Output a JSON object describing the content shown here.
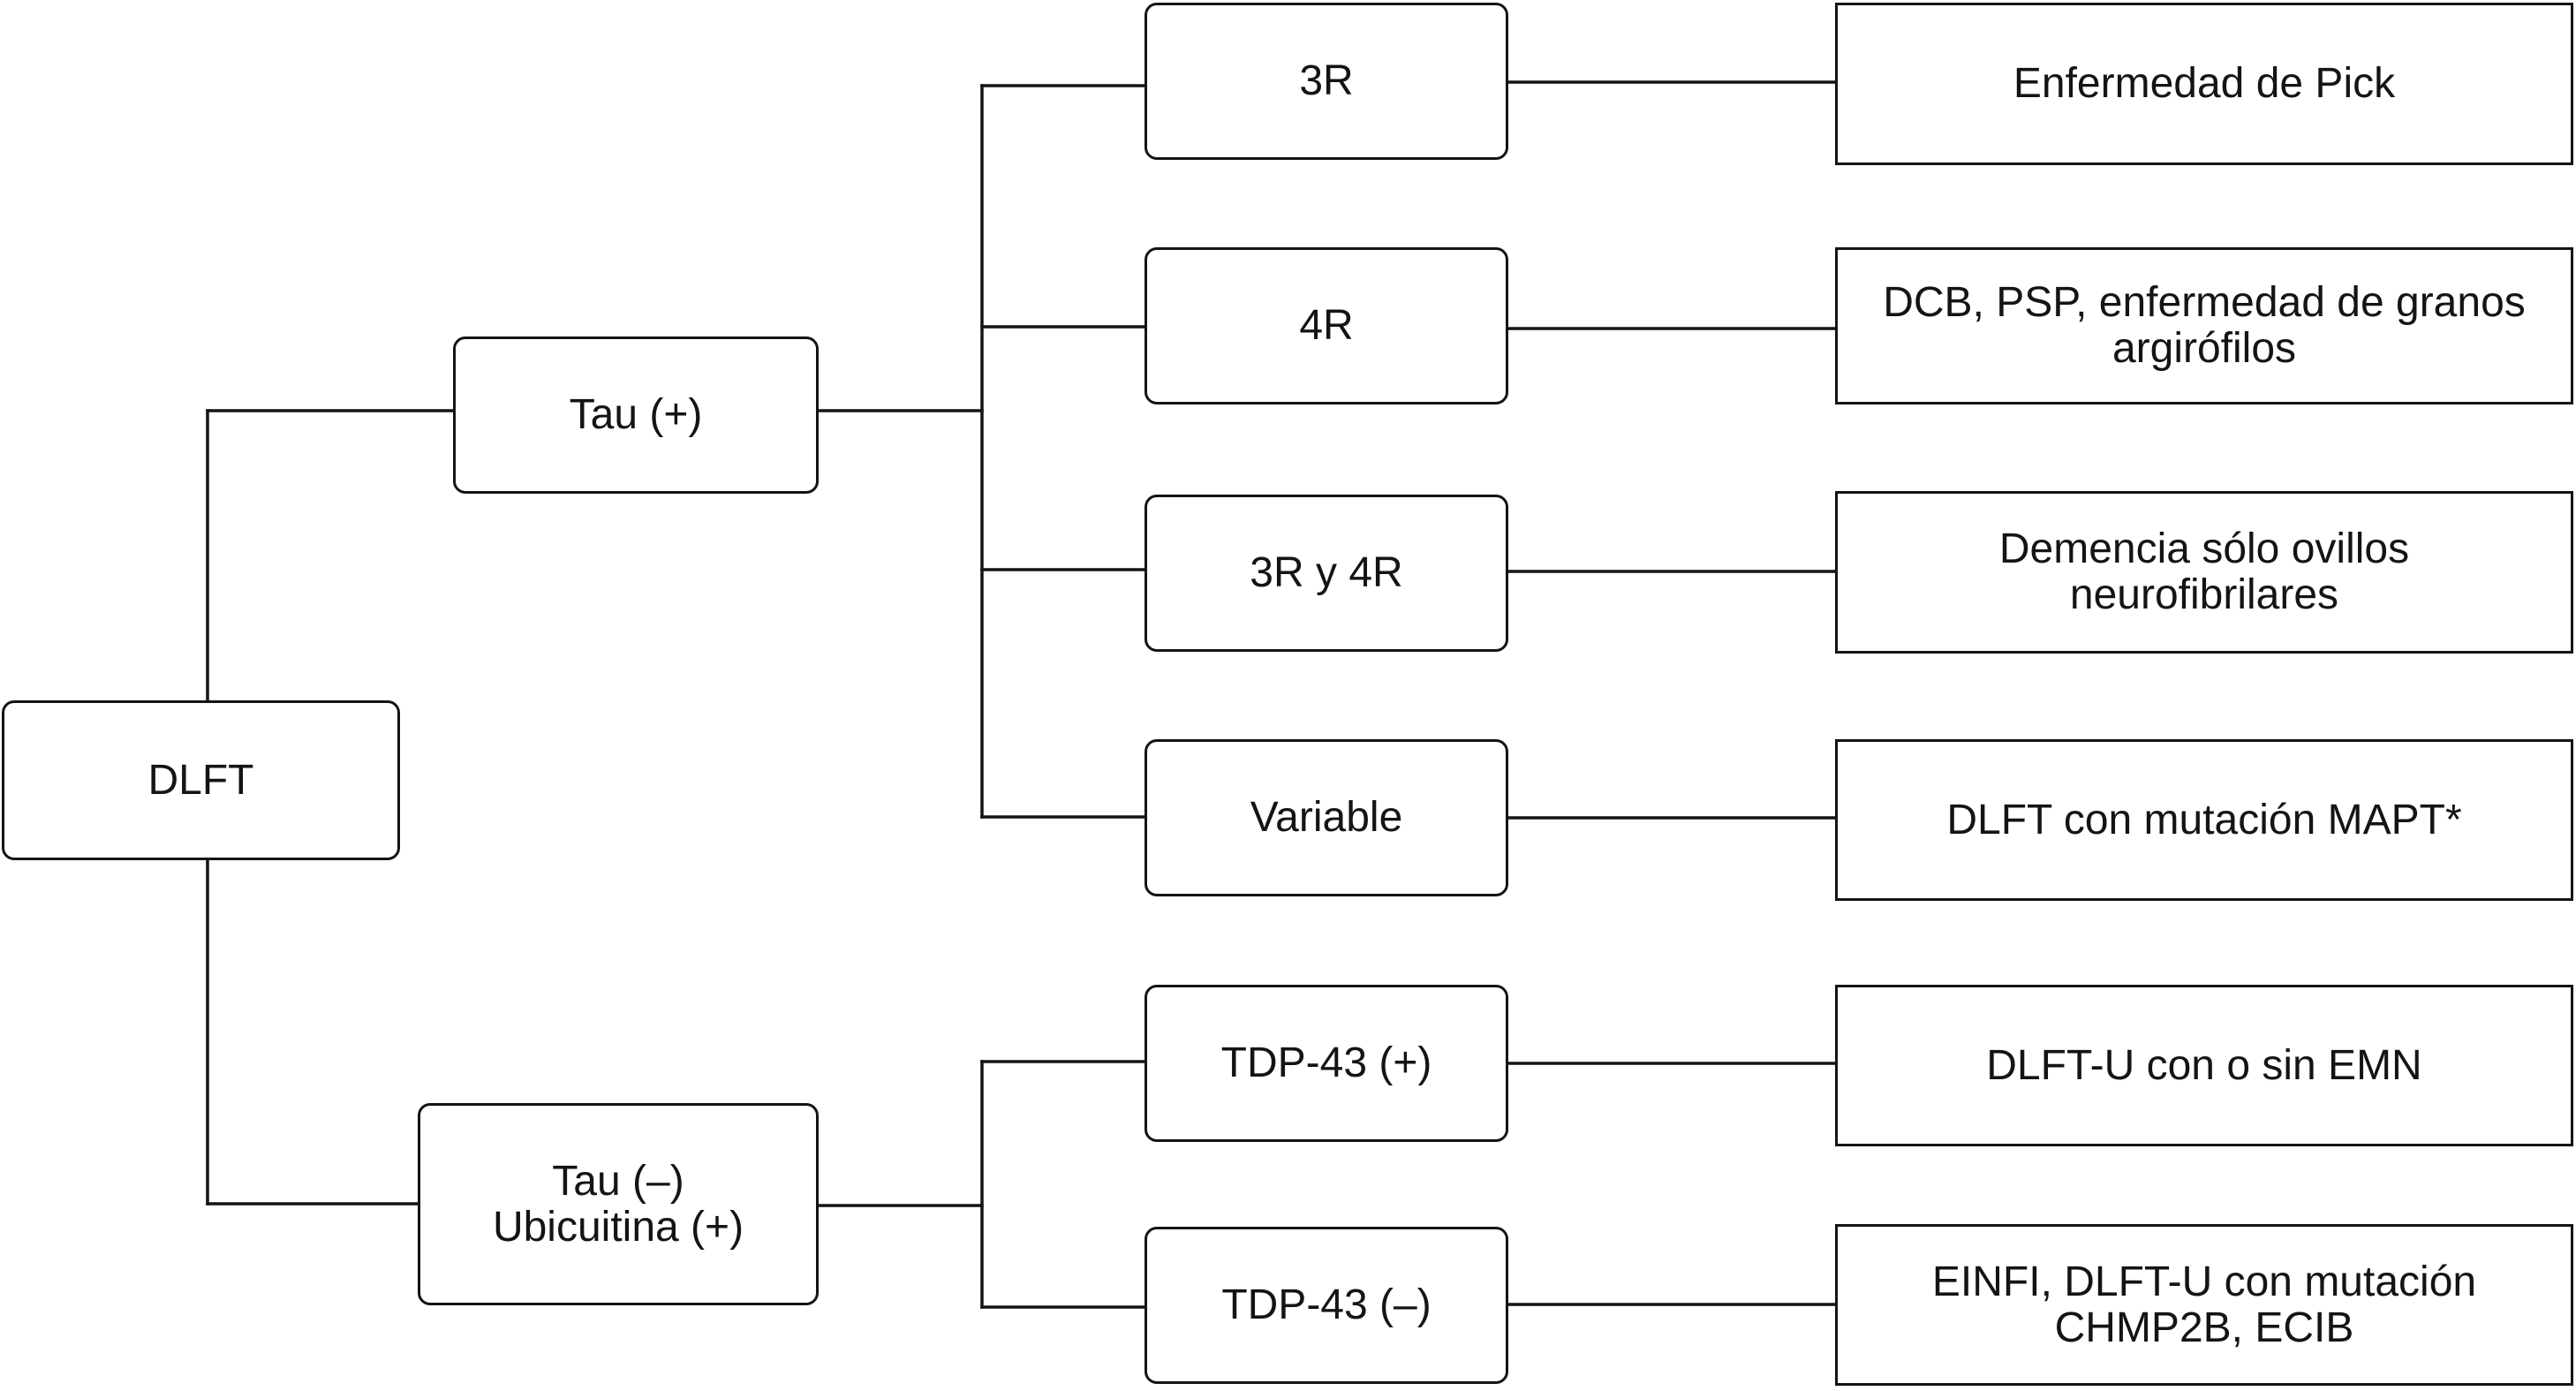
{
  "diagram": {
    "root": {
      "label": "DLFT"
    },
    "branches": [
      {
        "label": "Tau (+)",
        "children": [
          {
            "marker": "3R",
            "result": "Enfermedad de Pick"
          },
          {
            "marker": "4R",
            "result": "DCB, PSP, enfermedad de granos\nargirófilos"
          },
          {
            "marker": "3R y 4R",
            "result": "Demencia sólo ovillos\nneurofibrilares"
          },
          {
            "marker": "Variable",
            "result": "DLFT con mutación MAPT*"
          }
        ]
      },
      {
        "label": "Tau (–)\nUbicuitina (+)",
        "children": [
          {
            "marker": "TDP-43 (+)",
            "result": "DLFT-U con o sin EMN"
          },
          {
            "marker": "TDP-43 (–)",
            "result": "EINFI, DLFT-U con mutación\nCHMP2B, ECIB"
          }
        ]
      }
    ]
  },
  "colors": {
    "stroke": "#141414",
    "background": "#ffffff"
  }
}
